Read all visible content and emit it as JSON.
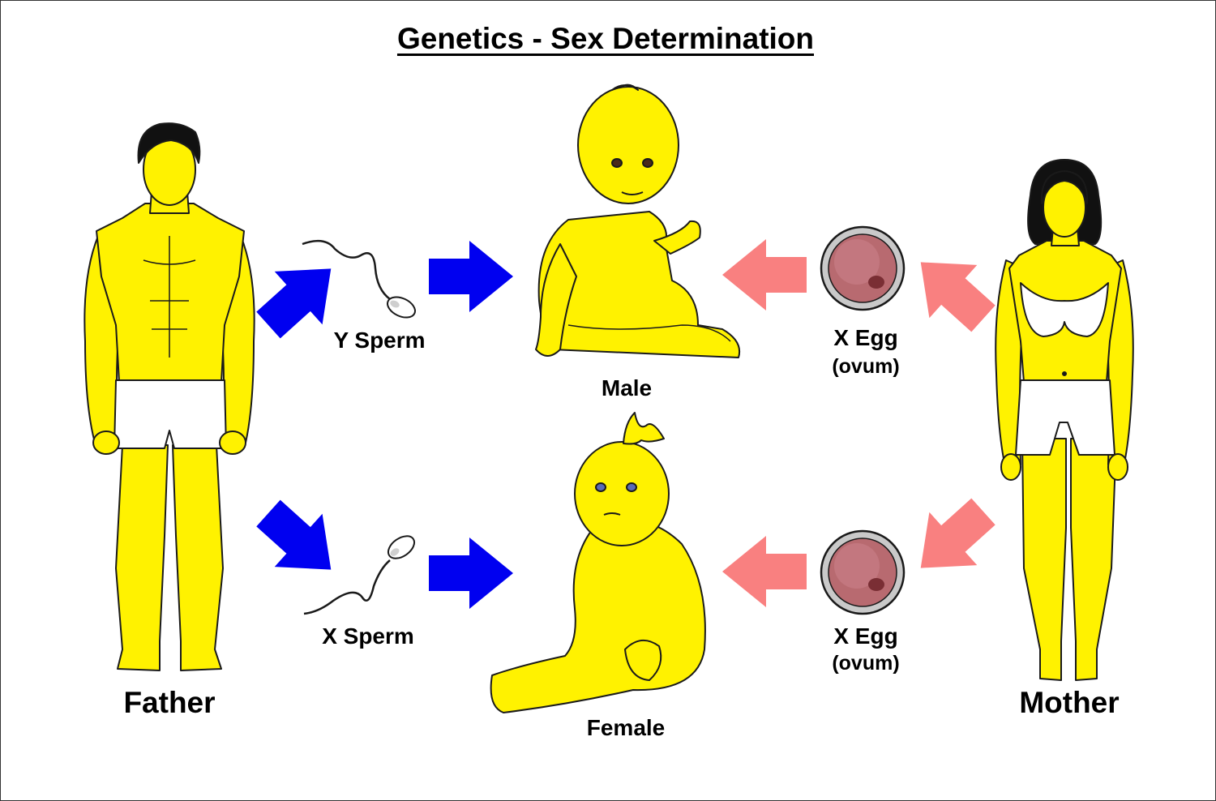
{
  "title": "Genetics - Sex Determination",
  "labels": {
    "father": "Father",
    "mother": "Mother",
    "y_sperm": "Y Sperm",
    "x_sperm": "X Sperm",
    "male": "Male",
    "female": "Female",
    "x_egg_top": "X Egg",
    "ovum_top": "(ovum)",
    "x_egg_bottom": "X Egg",
    "ovum_bottom": "(ovum)"
  },
  "colors": {
    "skin": "#fff200",
    "outline": "#1a1a1a",
    "father_arrow": "#0000f0",
    "mother_arrow": "#f98080",
    "egg_shell": "#c9c9c9",
    "egg_inner": "#b86a70",
    "egg_nucleus": "#7a2e34",
    "underwear": "#ffffff",
    "hair": "#111111"
  },
  "icons": {
    "father": "father-figure-icon",
    "mother": "mother-figure-icon",
    "male_baby": "male-baby-icon",
    "female_baby": "female-baby-icon",
    "sperm": "sperm-icon",
    "egg": "egg-cell-icon",
    "arrow": "arrow-icon"
  }
}
